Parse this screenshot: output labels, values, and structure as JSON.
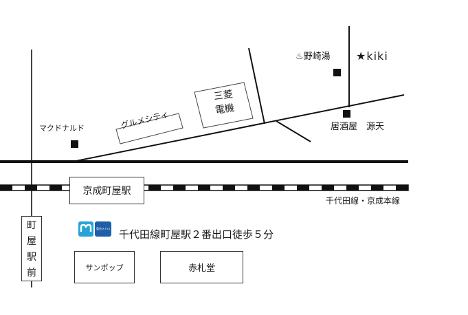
{
  "places": {
    "mcdonalds": "マクドナルド",
    "gourmet_city": "グルメシティ",
    "mitsubishi_line1": "三菱",
    "mitsubishi_line2": "電機",
    "nozaki_yu": "♨野崎湯",
    "kiki": "★kiki",
    "izakaya": "居酒屋　源天",
    "sun_pop": "サンポップ",
    "akafuda_do": "赤札堂"
  },
  "stations": {
    "keisei_machiya": "京成町屋駅",
    "machiya_ekimae_chars": [
      "町",
      "屋",
      "駅",
      "前"
    ]
  },
  "rail": {
    "lines_label": "千代田線・京成本線"
  },
  "metro": {
    "logo_text": "東京メトロ",
    "access_note": "千代田線町屋駅２番出口徒歩５分"
  },
  "colors": {
    "road": "#1a1a1a",
    "metro_blue": "#1f5fa8",
    "metro_sky": "#27a3d6"
  }
}
